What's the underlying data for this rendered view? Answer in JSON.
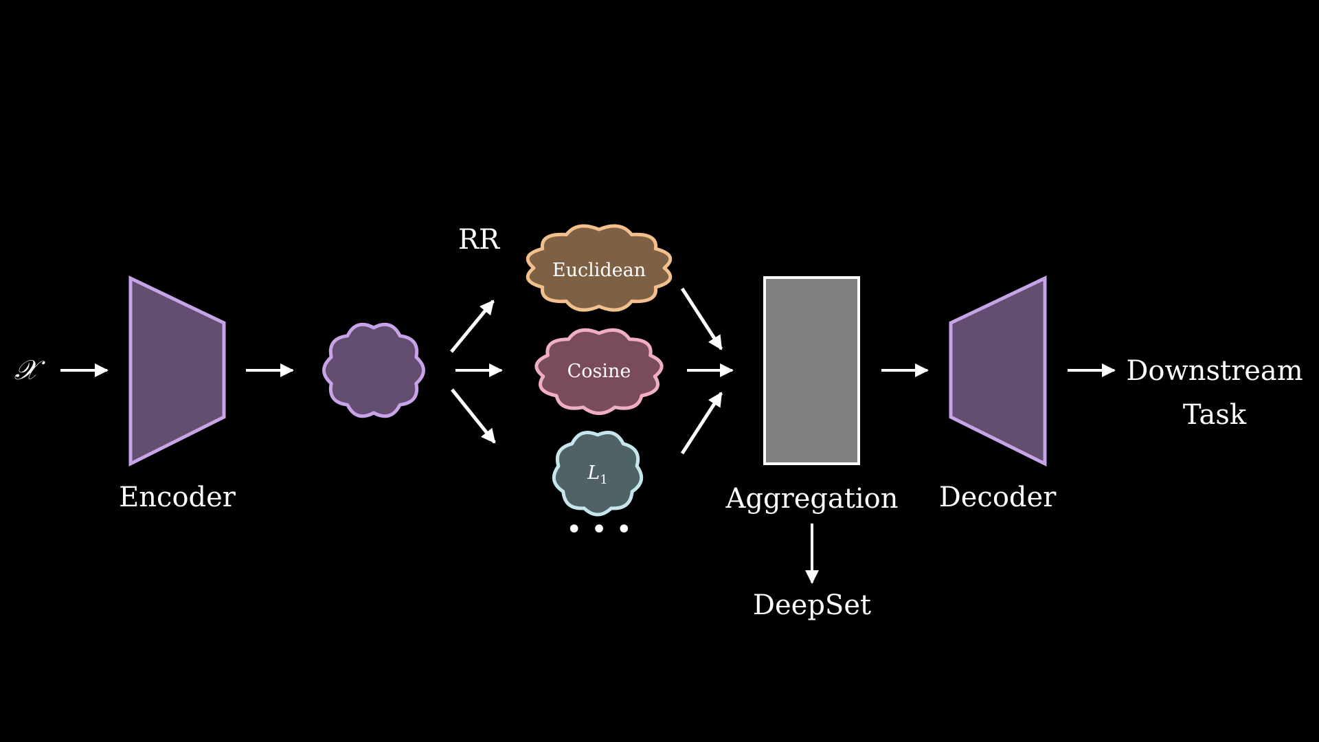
{
  "input": {
    "symbol": "𝒳"
  },
  "encoder": {
    "label": "Encoder"
  },
  "rr": {
    "label": "RR"
  },
  "clouds": {
    "euclidean": {
      "label": "Euclidean"
    },
    "cosine": {
      "label": "Cosine"
    },
    "l1": {
      "label": "L",
      "subscript": "1"
    },
    "more": {
      "label": "• • •"
    }
  },
  "aggregation": {
    "label": "Aggregation"
  },
  "deepset": {
    "label": "DeepSet"
  },
  "decoder": {
    "label": "Decoder"
  },
  "output": {
    "line1": "Downstream",
    "line2": "Task"
  },
  "colors": {
    "background": "#000000",
    "arrow": "#ffffff",
    "trapezoid_fill": "#634d70",
    "trapezoid_stroke": "#c7a3e8",
    "latent_fill": "#634d70",
    "latent_stroke": "#c7a3e8",
    "euclidean_fill": "#7e6144",
    "euclidean_stroke": "#f2c08d",
    "cosine_fill": "#7a4b58",
    "cosine_stroke": "#efaec4",
    "l1_fill": "#4f6366",
    "l1_stroke": "#c6e6ee",
    "aggregation_fill": "#808080",
    "aggregation_stroke": "#ffffff"
  }
}
